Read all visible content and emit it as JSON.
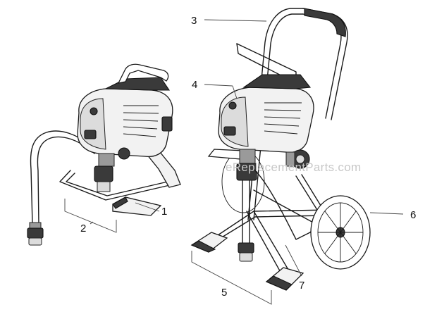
{
  "callouts": [
    {
      "id": "1",
      "label": "1"
    },
    {
      "id": "2",
      "label": "2"
    },
    {
      "id": "3",
      "label": "3"
    },
    {
      "id": "4",
      "label": "4"
    },
    {
      "id": "5",
      "label": "5"
    },
    {
      "id": "6",
      "label": "6"
    },
    {
      "id": "7",
      "label": "7"
    }
  ],
  "watermark": "eReplacementParts.com"
}
